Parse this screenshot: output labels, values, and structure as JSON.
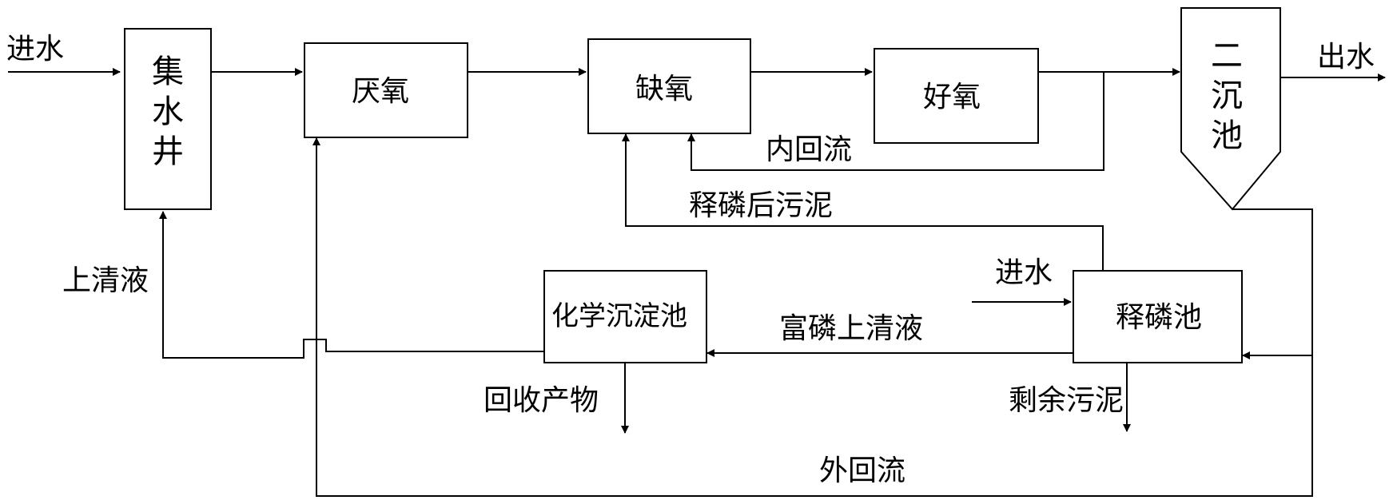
{
  "nodes": {
    "collection_well": "集水井",
    "anaerobic": "厌氧",
    "anoxic": "缺氧",
    "aerobic": "好氧",
    "secondary_clarifier": "二沉池",
    "phosphorus_release_tank": "释磷池",
    "chemical_precipitation_tank": "化学沉淀池"
  },
  "labels": {
    "influent_main": "进水",
    "effluent": "出水",
    "internal_recycle": "内回流",
    "post_release_sludge": "释磷后污泥",
    "supernatant": "上清液",
    "influent_release": "进水",
    "p_rich_supernatant": "富磷上清液",
    "recovered_product": "回收产物",
    "excess_sludge": "剩余污泥",
    "external_recycle": "外回流"
  }
}
